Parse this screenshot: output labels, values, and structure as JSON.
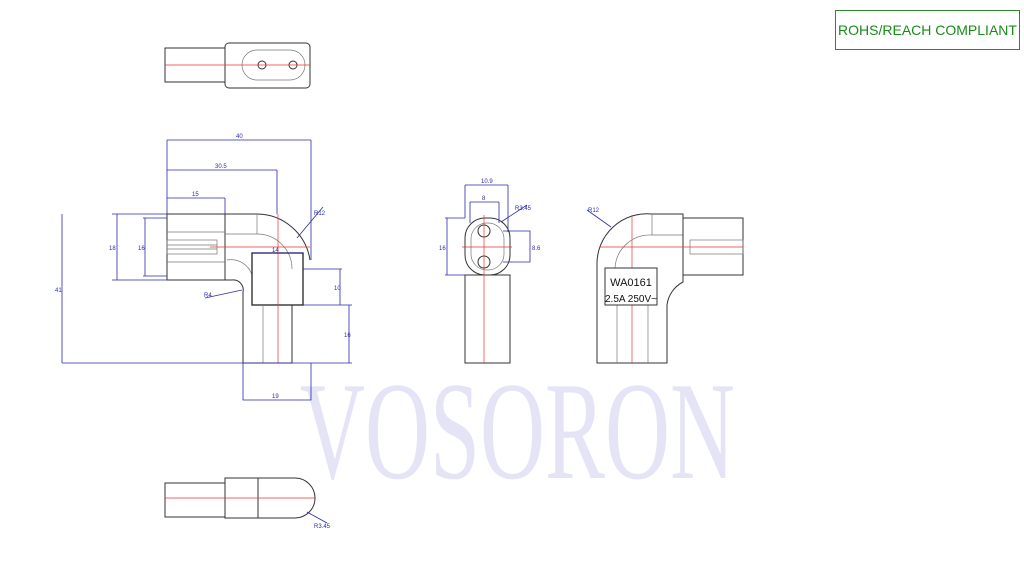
{
  "compliance_badge": "ROHS/REACH COMPLIANT",
  "watermark": "VOSORON",
  "part_label": {
    "model": "WA0161",
    "rating": "2.5A 250V~"
  },
  "dimensions": {
    "main_view": {
      "overall_width": "40",
      "width_30_5": "30.5",
      "plug_length": "15",
      "plug_height": "18",
      "plug_inner": "16",
      "outer_radius": "R12",
      "sleeve_width": "14",
      "sleeve_height": "10",
      "inner_radius": "R4",
      "overall_height": "41",
      "leg_height": "16",
      "leg_width": "19"
    },
    "front_view": {
      "width": "10.9",
      "inner_width": "8",
      "radius": "R3.45",
      "height": "16",
      "pin_spacing": "8.6"
    },
    "side_view": {
      "radius": "R12"
    },
    "bottom_view": {
      "radius": "R3.45"
    }
  }
}
